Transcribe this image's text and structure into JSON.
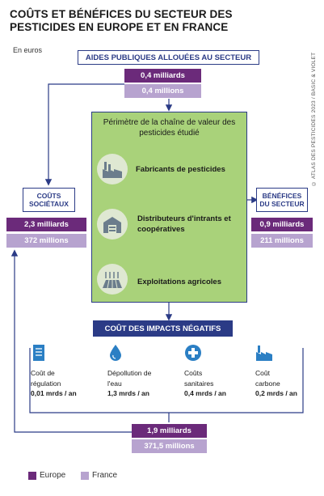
{
  "title": "COÛTS ET BÉNÉFICES DU SECTEUR DES PESTICIDES EN EUROPE ET EN FRANCE",
  "unit": "En euros",
  "credit": "© ATLAS DES PESTICIDES 2023 / BASIC & VIOLET",
  "aids": {
    "header": "AIDES PUBLIQUES ALLOUÉES AU SECTEUR",
    "europe": "0,4 milliards",
    "france": "0,4 millions"
  },
  "value_chain": {
    "title": "Périmètre de la chaîne de valeur des pesticides étudié",
    "stages": [
      {
        "label": "Fabricants de pesticides",
        "icon": "factory-icon"
      },
      {
        "label": "Distributeurs d'intrants et coopératives",
        "icon": "warehouse-icon"
      },
      {
        "label": "Exploitations agricoles",
        "icon": "field-icon"
      }
    ]
  },
  "societal_costs": {
    "header": "COÛTS SOCIÉTAUX",
    "europe": "2,3 milliards",
    "france": "372 millions"
  },
  "sector_benefits": {
    "header": "BÉNÉFICES DU SECTEUR",
    "europe": "0,9 milliards",
    "france": "211 millions"
  },
  "negative_impacts": {
    "header": "COÛT DES IMPACTS NÉGATIFS",
    "items": [
      {
        "label": "Coût de régulation",
        "value": "0,01 mrds / an",
        "icon": "document-icon"
      },
      {
        "label": "Dépollution de l'eau",
        "value": "1,3 mrds / an",
        "icon": "water-drop-icon"
      },
      {
        "label": "Coûts sanitaires",
        "value": "0,4 mrds / an",
        "icon": "health-cross-icon"
      },
      {
        "label": "Coût carbone",
        "value": "0,2 mrds / an",
        "icon": "carbon-factory-icon"
      }
    ],
    "total_europe": "1,9 milliards",
    "total_france": "371,5 millions"
  },
  "legend": [
    {
      "label": "Europe",
      "color": "#6b2a7a"
    },
    {
      "label": "France",
      "color": "#b7a3cf"
    }
  ],
  "colors": {
    "europe": "#6b2a7a",
    "france": "#b7a3cf",
    "navy": "#2b3b86",
    "green": "#a9d27a"
  }
}
